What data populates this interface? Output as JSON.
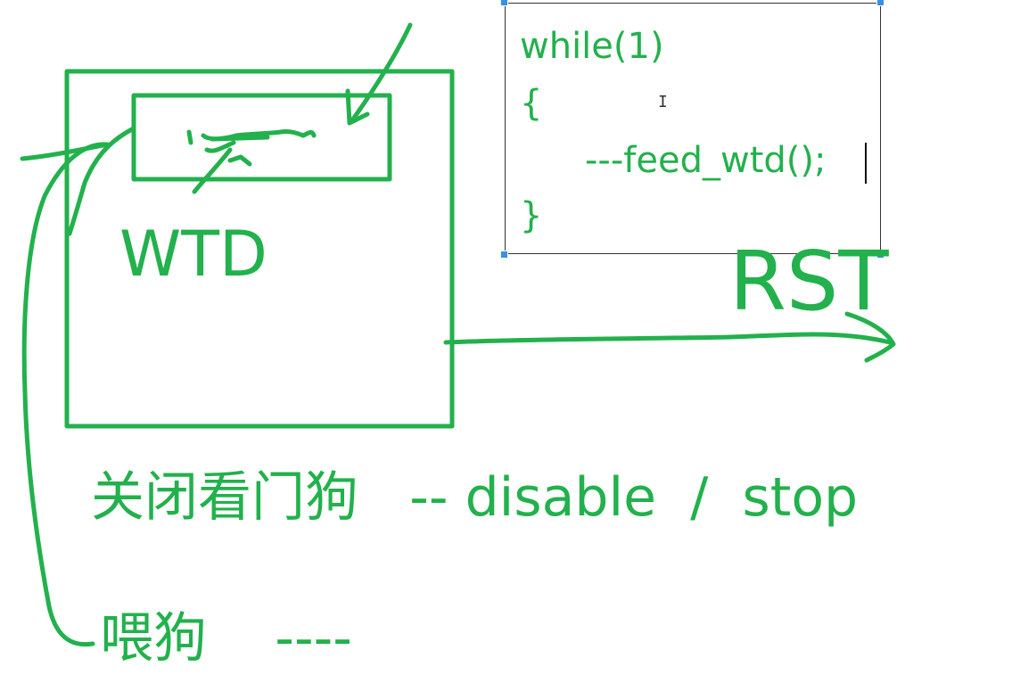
{
  "diagram": {
    "block_label": "WTD",
    "output_label": "RST",
    "code": {
      "line1": "while(1)",
      "line2": "{",
      "line3": "---feed_wtd();",
      "line4": "}"
    },
    "note_disable": "关闭看门狗   -- disable  /  stop",
    "note_feed": "喂狗    ----"
  },
  "colors": {
    "ink": "#22b14c",
    "selection_handle": "#3a8ee6",
    "box_border": "#333333"
  },
  "icons": {
    "cursor": "i-beam-cursor-icon",
    "handles": "resize-handle-icon"
  }
}
